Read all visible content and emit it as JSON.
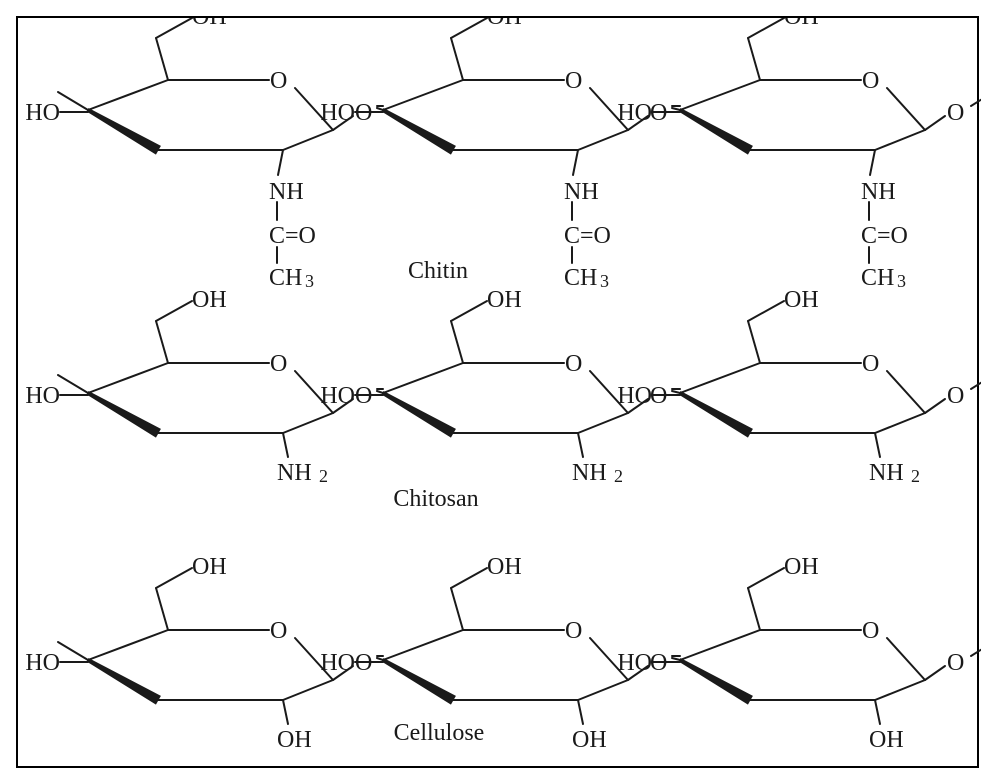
{
  "rows": [
    {
      "id": "chitin",
      "caption": "Chitin",
      "units": [
        {
          "oh6": "OH",
          "ring_o": "O",
          "ho3": "HO",
          "c2_top": "NH",
          "c2_mid": "C",
          "c2_mid_right": "=O",
          "c2_bottom": "CH",
          "c2_bottom_sub": "3",
          "c2_group_sub": ""
        },
        {
          "oh6": "OH",
          "ring_o": "O",
          "ho3": "HO",
          "c2_top": "NH",
          "c2_mid": "C",
          "c2_mid_right": "=O",
          "c2_bottom": "CH",
          "c2_bottom_sub": "3",
          "c2_group_sub": ""
        },
        {
          "oh6": "OH",
          "ring_o": "O",
          "ho3": "HO",
          "c2_top": "NH",
          "c2_mid": "C",
          "c2_mid_right": "=O",
          "c2_bottom": "CH",
          "c2_bottom_sub": "3",
          "c2_group_sub": ""
        }
      ],
      "links": [
        "O",
        "O",
        "O"
      ]
    },
    {
      "id": "chitosan",
      "caption": "Chitosan",
      "units": [
        {
          "oh6": "OH",
          "ring_o": "O",
          "ho3": "HO",
          "c2_top": "NH",
          "c2_group_sub": "2"
        },
        {
          "oh6": "OH",
          "ring_o": "O",
          "ho3": "HO",
          "c2_top": "NH",
          "c2_group_sub": "2"
        },
        {
          "oh6": "OH",
          "ring_o": "O",
          "ho3": "HO",
          "c2_top": "NH",
          "c2_group_sub": "2"
        }
      ],
      "links": [
        "O",
        "O",
        "O"
      ]
    },
    {
      "id": "cellulose",
      "caption": "Cellulose",
      "units": [
        {
          "oh6": "OH",
          "ring_o": "O",
          "ho3": "HO",
          "c2_top": "OH",
          "c2_group_sub": ""
        },
        {
          "oh6": "OH",
          "ring_o": "O",
          "ho3": "HO",
          "c2_top": "OH",
          "c2_group_sub": ""
        },
        {
          "oh6": "OH",
          "ring_o": "O",
          "ho3": "HO",
          "c2_top": "OH",
          "c2_group_sub": ""
        }
      ],
      "links": [
        "O",
        "O",
        "O"
      ]
    }
  ],
  "colors": {
    "ink": "#1a1a1a",
    "frame": "#000000",
    "background": "#ffffff"
  }
}
